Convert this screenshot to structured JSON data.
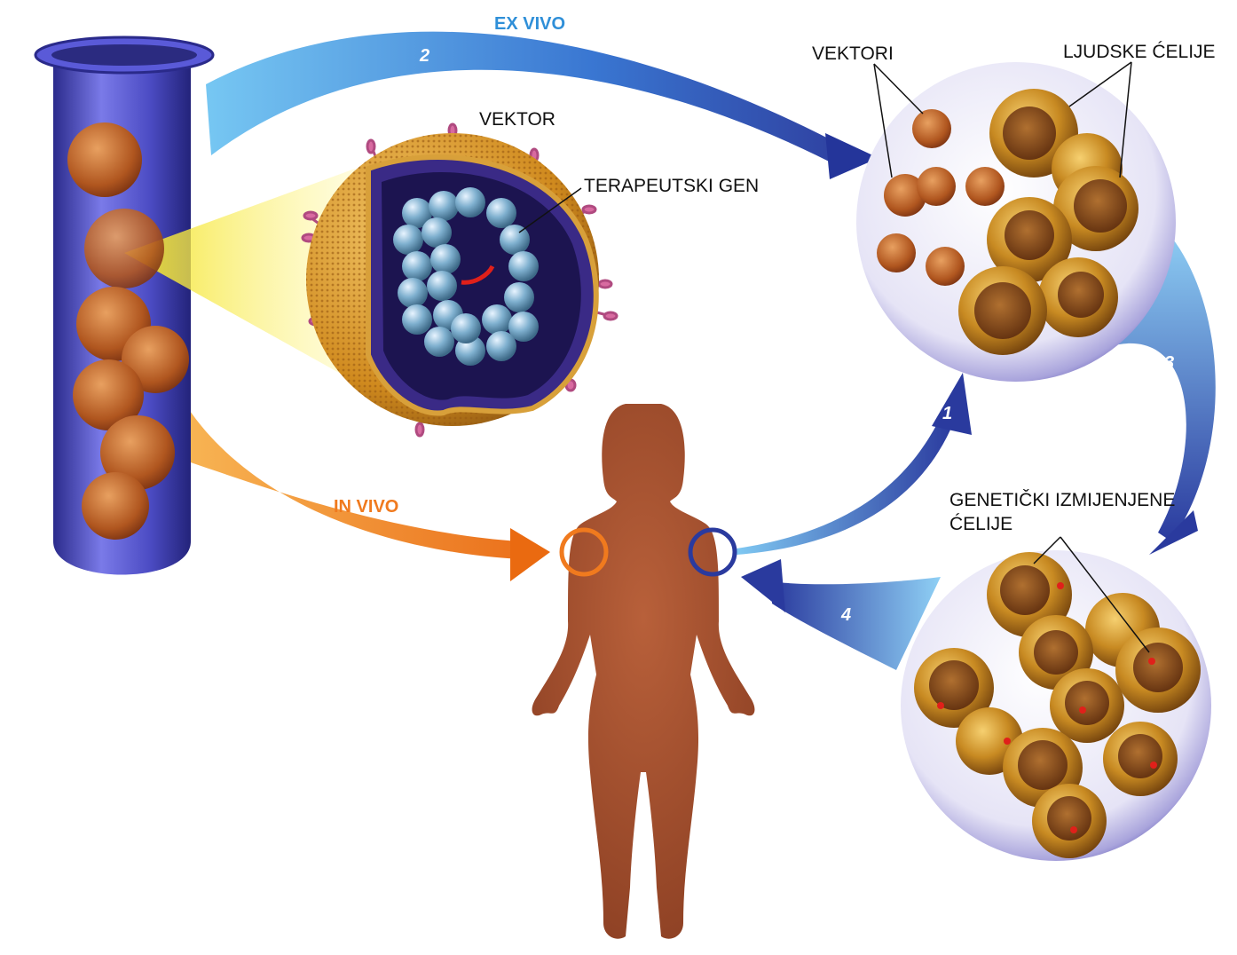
{
  "labels": {
    "ex_vivo": "EX VIVO",
    "in_vivo": "IN VIVO",
    "vektor": "VEKTOR",
    "terapeutski_gen": "TERAPEUTSKI GEN",
    "vektori": "VEKTORI",
    "ljudske_celije": "LJUDSKE ĆELIJE",
    "geneticki_line1": "GENETIČKI IZMIJENJENE",
    "geneticki_line2": "ĆELIJE"
  },
  "steps": {
    "one": "1",
    "two": "2",
    "three": "3",
    "four": "4"
  },
  "colors": {
    "ex_vivo_blue": "#2f8fd8",
    "in_vivo_orange": "#f07a1e",
    "arrow_blue_dark": "#2a3a9e",
    "tube_purple": "#5a5ad0",
    "body_brown": "#9b4a2c",
    "vector_orange": "#c0662a",
    "cell_gold": "#d29a2a",
    "particle_blue": "#6fa4c8"
  }
}
